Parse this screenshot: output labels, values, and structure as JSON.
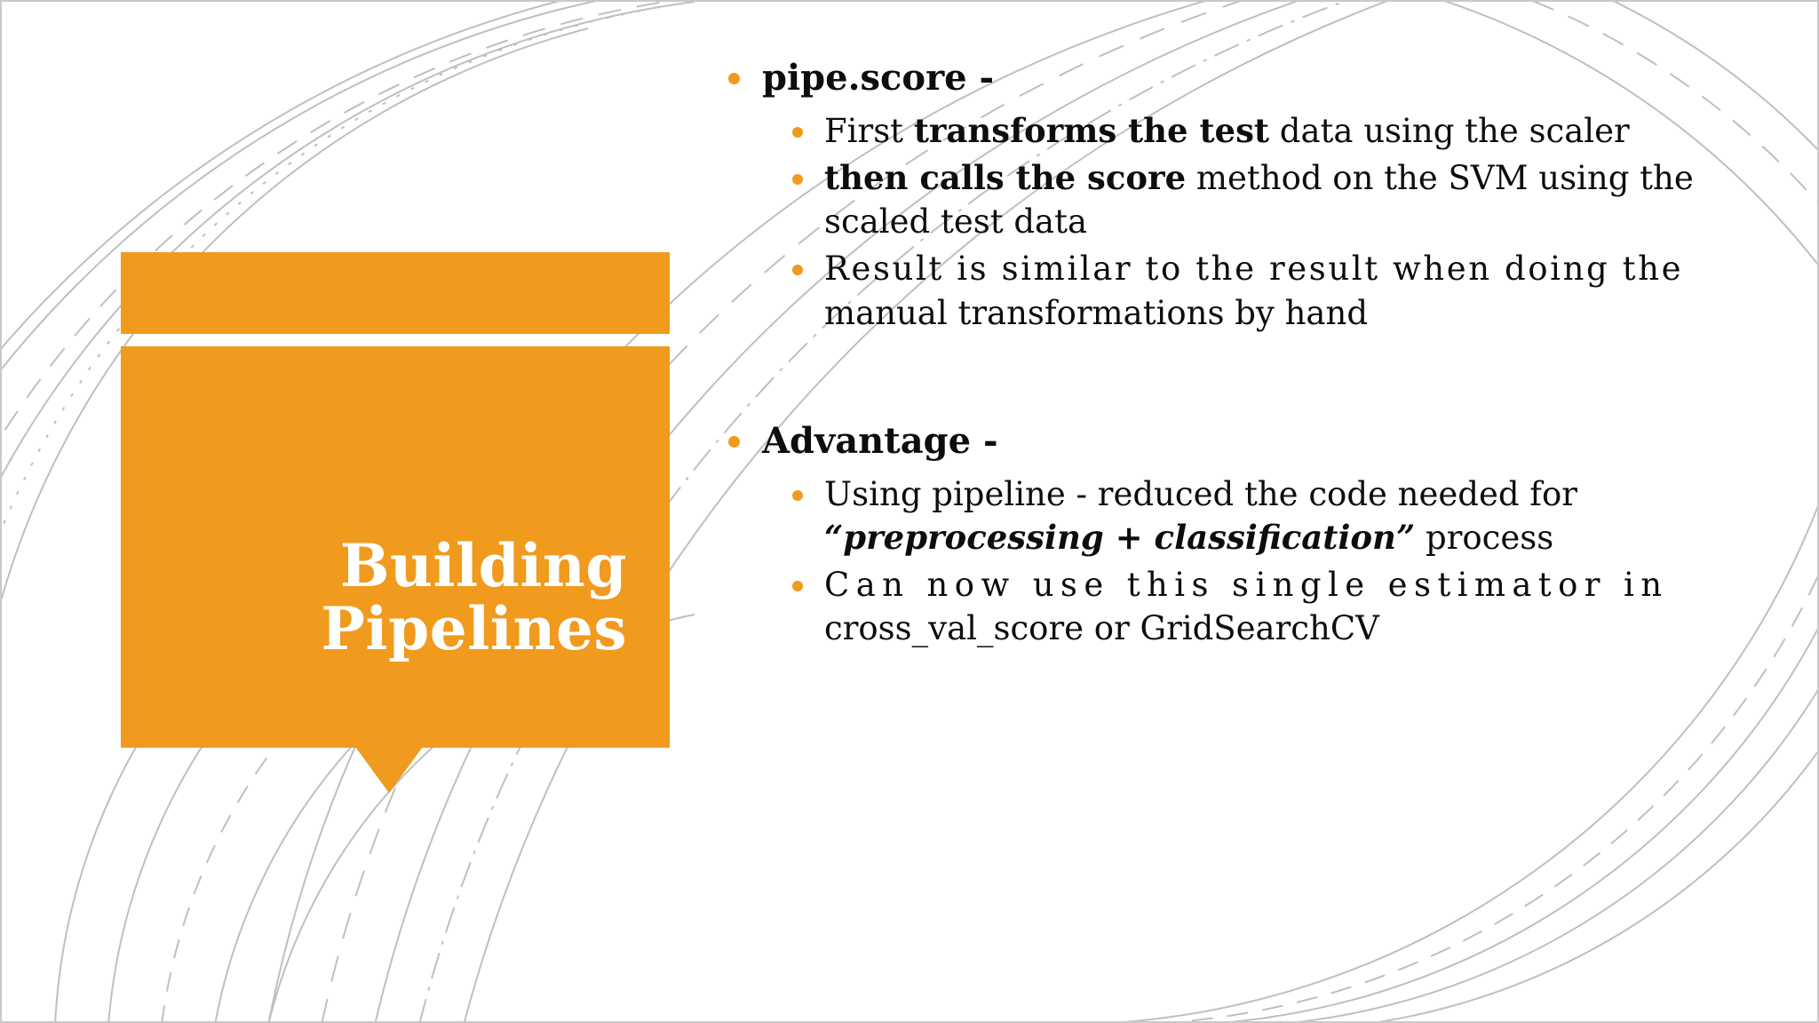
{
  "slide": {
    "title_lines": [
      "Building",
      "Pipelines"
    ],
    "accent_color": "#F09A1E",
    "text_color": "#0D0D0D",
    "background_color": "#FFFFFF",
    "bullet_icon": "orange-dot-bullet"
  },
  "content": {
    "sections": [
      {
        "heading": "pipe.score -",
        "items": [
          {
            "parts": [
              {
                "text": "First ",
                "style": "normal"
              },
              {
                "text": "transforms the test",
                "style": "bold"
              },
              {
                "text": " data using the scaler",
                "style": "normal"
              }
            ],
            "plain": "First transforms the test data using the scaler"
          },
          {
            "parts": [
              {
                "text": "then calls the score",
                "style": "bold"
              },
              {
                "text": " method on the SVM using the scaled test data",
                "style": "normal"
              }
            ],
            "plain": "then calls the score method on the SVM using the scaled test data"
          },
          {
            "parts": [
              {
                "text": "Result is similar to the result when doing the manual transformations by hand",
                "style": "normal"
              }
            ],
            "plain": "Result is similar to the result when doing the manual transformations by hand"
          }
        ]
      },
      {
        "heading": "Advantage -",
        "items": [
          {
            "parts": [
              {
                "text": "Using pipeline - reduced the code needed for ",
                "style": "normal"
              },
              {
                "text": "“preprocessing + classification”",
                "style": "bold-italic"
              },
              {
                "text": " process",
                "style": "normal"
              }
            ],
            "plain": "Using pipeline - reduced the code needed for “preprocessing + classification” process"
          },
          {
            "parts": [
              {
                "text": "Can now use this single estimator in cross_val_score or GridSearchCV",
                "style": "normal"
              }
            ],
            "plain": "Can now use this single estimator in cross_val_score or GridSearchCV"
          }
        ]
      }
    ]
  },
  "text": {
    "s0_heading": "pipe.score -",
    "s0_i0_a": "First ",
    "s0_i0_b": "transforms the test",
    "s0_i0_c": " data using the scaler",
    "s0_i1_a": "then calls the score",
    "s0_i1_b": " method on the SVM using",
    "s0_i1_c": "the scaled test data",
    "s0_i2_a": "Result is similar to the result when doing the",
    "s0_i2_b": "manual transformations by hand",
    "s1_heading": "Advantage -",
    "s1_i0_a": "Using pipeline - reduced the code needed for",
    "s1_i0_b": "“preprocessing + classification”",
    "s1_i0_c": " process",
    "s1_i1_a": "Can now use this single estimator in",
    "s1_i1_b": "cross_val_score or GridSearchCV"
  }
}
